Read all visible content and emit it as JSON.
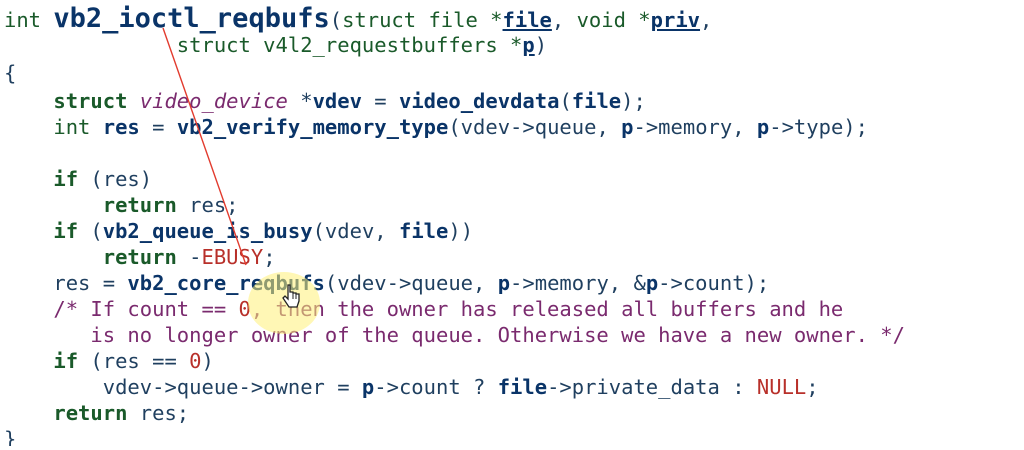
{
  "code": {
    "lines": [
      {
        "segments": [
          {
            "text": "int ",
            "cls": "ty"
          },
          {
            "text": "vb2_ioctl_reqbufs",
            "cls": "title-fn"
          },
          {
            "text": "(",
            "cls": "pu"
          },
          {
            "text": "struct file *",
            "cls": "ty"
          },
          {
            "text": "file",
            "cls": "id ul"
          },
          {
            "text": ", ",
            "cls": "pu"
          },
          {
            "text": "void *",
            "cls": "ty"
          },
          {
            "text": "priv",
            "cls": "id ul"
          },
          {
            "text": ",",
            "cls": "pu"
          }
        ]
      },
      {
        "segments": [
          {
            "text": "              struct v4l2_requestbuffers *",
            "cls": "ty"
          },
          {
            "text": "p",
            "cls": "id ul"
          },
          {
            "text": ")",
            "cls": "pu"
          }
        ]
      },
      {
        "segments": [
          {
            "text": "{",
            "cls": "pu"
          }
        ]
      },
      {
        "segments": [
          {
            "text": "    ",
            "cls": "pu"
          },
          {
            "text": "struct ",
            "cls": "kw"
          },
          {
            "text": "video_device",
            "cls": "it"
          },
          {
            "text": " *",
            "cls": "pu"
          },
          {
            "text": "vdev",
            "cls": "id"
          },
          {
            "text": " = ",
            "cls": "pu"
          },
          {
            "text": "video_devdata",
            "cls": "fn"
          },
          {
            "text": "(",
            "cls": "pu"
          },
          {
            "text": "file",
            "cls": "id"
          },
          {
            "text": ");",
            "cls": "pu"
          }
        ]
      },
      {
        "segments": [
          {
            "text": "    ",
            "cls": "pu"
          },
          {
            "text": "int ",
            "cls": "ty"
          },
          {
            "text": "res",
            "cls": "id"
          },
          {
            "text": " = ",
            "cls": "pu"
          },
          {
            "text": "vb2_verify_memory_type",
            "cls": "fn"
          },
          {
            "text": "(vdev->queue, ",
            "cls": "pu"
          },
          {
            "text": "p",
            "cls": "id"
          },
          {
            "text": "->memory, ",
            "cls": "pu"
          },
          {
            "text": "p",
            "cls": "id"
          },
          {
            "text": "->type);",
            "cls": "pu"
          }
        ]
      },
      {
        "segments": [
          {
            "text": "",
            "cls": "pu"
          }
        ]
      },
      {
        "segments": [
          {
            "text": "    ",
            "cls": "pu"
          },
          {
            "text": "if",
            "cls": "kw"
          },
          {
            "text": " (res)",
            "cls": "pu"
          }
        ]
      },
      {
        "segments": [
          {
            "text": "        ",
            "cls": "pu"
          },
          {
            "text": "return",
            "cls": "kw"
          },
          {
            "text": " res;",
            "cls": "pu"
          }
        ]
      },
      {
        "segments": [
          {
            "text": "    ",
            "cls": "pu"
          },
          {
            "text": "if",
            "cls": "kw"
          },
          {
            "text": " (",
            "cls": "pu"
          },
          {
            "text": "vb2_queue_is_busy",
            "cls": "fn"
          },
          {
            "text": "(vdev, ",
            "cls": "pu"
          },
          {
            "text": "file",
            "cls": "id"
          },
          {
            "text": "))",
            "cls": "pu"
          }
        ]
      },
      {
        "segments": [
          {
            "text": "        ",
            "cls": "pu"
          },
          {
            "text": "return",
            "cls": "kw"
          },
          {
            "text": " -",
            "cls": "pu"
          },
          {
            "text": "EBUSY",
            "cls": "st"
          },
          {
            "text": ";",
            "cls": "pu"
          }
        ]
      },
      {
        "segments": [
          {
            "text": "    res = ",
            "cls": "pu"
          },
          {
            "text": "vb2_core_reqbufs",
            "cls": "fn"
          },
          {
            "text": "(vdev->queue, ",
            "cls": "pu"
          },
          {
            "text": "p",
            "cls": "id"
          },
          {
            "text": "->memory, &",
            "cls": "pu"
          },
          {
            "text": "p",
            "cls": "id"
          },
          {
            "text": "->count);",
            "cls": "pu"
          }
        ]
      },
      {
        "segments": [
          {
            "text": "    /* If count == ",
            "cls": "cm"
          },
          {
            "text": "0",
            "cls": "num"
          },
          {
            "text": ", then the owner has released all buffers and he",
            "cls": "cm"
          }
        ]
      },
      {
        "segments": [
          {
            "text": "       is no longer owner of the queue. Otherwise we have a new owner. */",
            "cls": "cm"
          }
        ]
      },
      {
        "segments": [
          {
            "text": "    ",
            "cls": "pu"
          },
          {
            "text": "if",
            "cls": "kw"
          },
          {
            "text": " (res == ",
            "cls": "pu"
          },
          {
            "text": "0",
            "cls": "num"
          },
          {
            "text": ")",
            "cls": "pu"
          }
        ]
      },
      {
        "segments": [
          {
            "text": "        vdev->queue->owner = ",
            "cls": "pu"
          },
          {
            "text": "p",
            "cls": "id"
          },
          {
            "text": "->count ? ",
            "cls": "pu"
          },
          {
            "text": "file",
            "cls": "id"
          },
          {
            "text": "->private_data : ",
            "cls": "pu"
          },
          {
            "text": "NULL",
            "cls": "st"
          },
          {
            "text": ";",
            "cls": "pu"
          }
        ]
      },
      {
        "segments": [
          {
            "text": "    ",
            "cls": "pu"
          },
          {
            "text": "return",
            "cls": "kw"
          },
          {
            "text": " res;",
            "cls": "pu"
          }
        ]
      },
      {
        "segments": [
          {
            "text": "}",
            "cls": "pu"
          }
        ]
      }
    ]
  },
  "annotation": {
    "color": "#e23b2e"
  },
  "cursor": {
    "icon": "hand-pointer-icon"
  },
  "highlight": {
    "color": "#fff078"
  }
}
